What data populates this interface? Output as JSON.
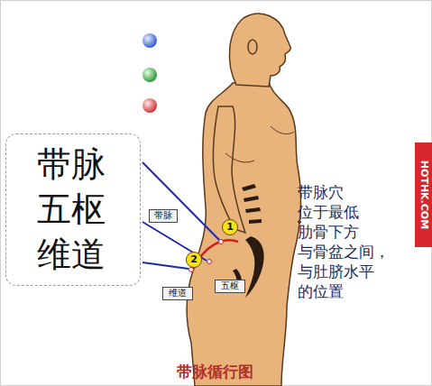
{
  "diagram": {
    "caption": "带脉循行图",
    "nodes": [
      {
        "text": [
          "带脉",
          "五枢",
          "维道"
        ]
      },
      {
        "text": [
          "1"
        ]
      },
      {
        "text": [
          "带脉"
        ]
      },
      {
        "text": [
          "2"
        ]
      },
      {
        "text": [
          "维道"
        ]
      },
      {
        "text": [
          "五枢"
        ]
      }
    ],
    "labels": [
      "带脉穴 位于最低 肋骨下方 与骨盆之间， 与肚脐水平 的位置",
      "HOTHK.COM"
    ]
  }
}
